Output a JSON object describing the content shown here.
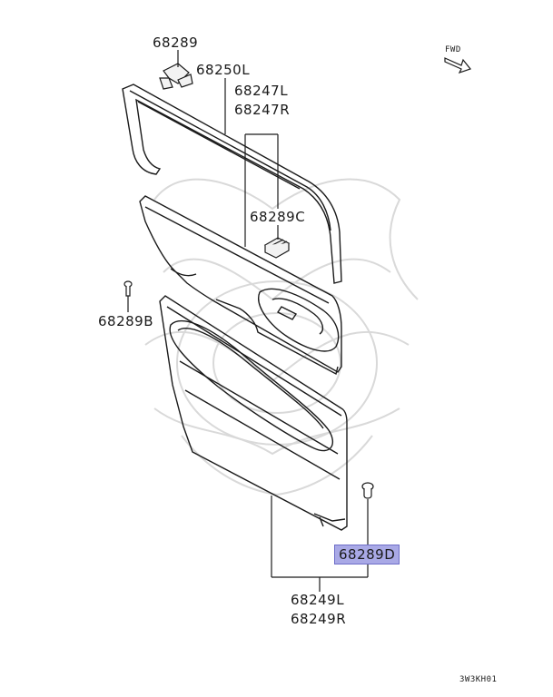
{
  "diagram": {
    "direction_label": "FWD",
    "drawing_code": "3W3KH01",
    "highlight_color": "#a9a9e6",
    "line_color": "#1a1a1a",
    "parts": [
      {
        "id": "p1",
        "label": "68289"
      },
      {
        "id": "p2",
        "label": "68250L"
      },
      {
        "id": "p3",
        "label": "68247L"
      },
      {
        "id": "p4",
        "label": "68247R"
      },
      {
        "id": "p5",
        "label": "68289C"
      },
      {
        "id": "p6",
        "label": "68289B"
      },
      {
        "id": "p7",
        "label": "68289D",
        "highlighted": true
      },
      {
        "id": "p8",
        "label": "68249L"
      },
      {
        "id": "p9",
        "label": "68249R"
      }
    ]
  }
}
